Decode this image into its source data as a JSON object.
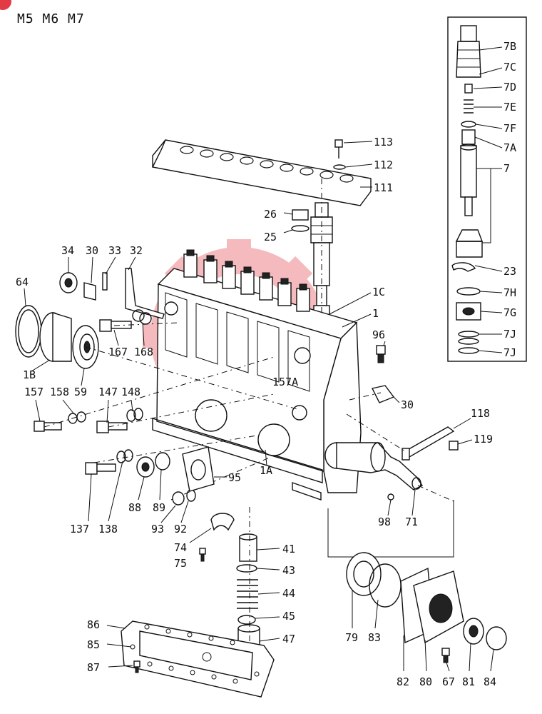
{
  "header": {
    "models": "M5  M6  M7"
  },
  "watermark": {
    "color": "#e23b46"
  },
  "callouts": {
    "c7B": "7B",
    "c7C": "7C",
    "c7D": "7D",
    "c7E": "7E",
    "c7F": "7F",
    "c7A": "7A",
    "c7": "7",
    "c23": "23",
    "c7H": "7H",
    "c7G": "7G",
    "c7J1": "7J",
    "c7J2": "7J",
    "c113": "113",
    "c112": "112",
    "c111": "111",
    "c26": "26",
    "c25": "25",
    "c34": "34",
    "c30a": "30",
    "c33": "33",
    "c32": "32",
    "c64": "64",
    "c1C": "1C",
    "c1": "1",
    "c96": "96",
    "c167": "167",
    "c168": "168",
    "c1B": "1B",
    "c59": "59",
    "c157A": "157A",
    "c30b": "30",
    "c157": "157",
    "c158": "158",
    "c147": "147",
    "c148": "148",
    "c118": "118",
    "c119": "119",
    "c95": "95",
    "c1A": "1A",
    "c137": "137",
    "c138": "138",
    "c88": "88",
    "c89": "89",
    "c93": "93",
    "c92": "92",
    "c98": "98",
    "c71": "71",
    "c74": "74",
    "c75": "75",
    "c41": "41",
    "c43": "43",
    "c44": "44",
    "c45": "45",
    "c47": "47",
    "c86": "86",
    "c85": "85",
    "c87": "87",
    "c79": "79",
    "c83": "83",
    "c82": "82",
    "c80": "80",
    "c67": "67",
    "c81": "81",
    "c84": "84"
  }
}
